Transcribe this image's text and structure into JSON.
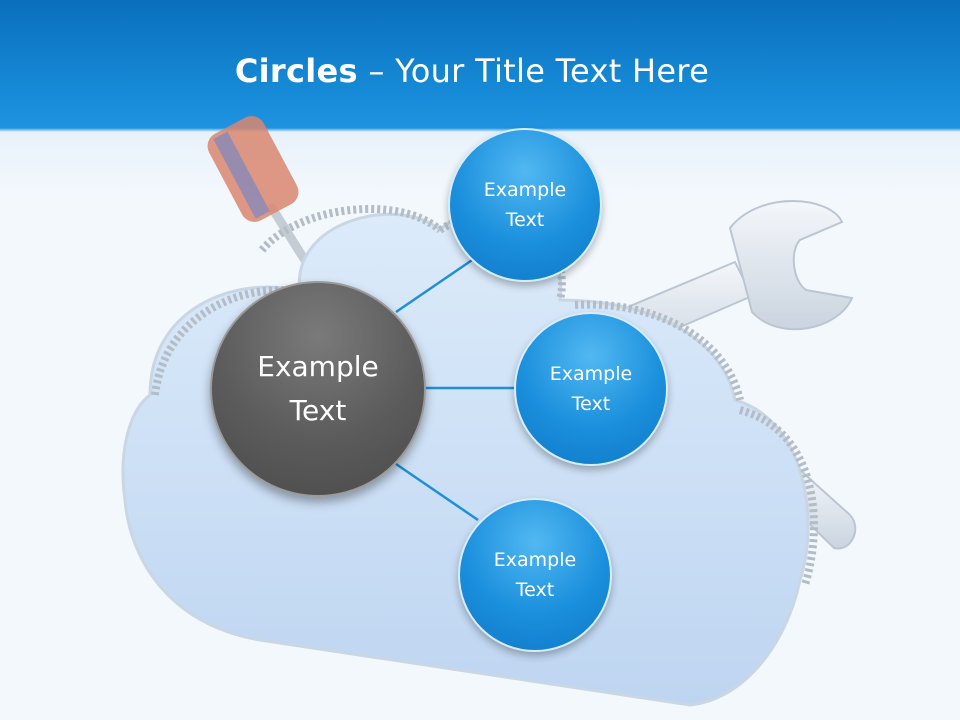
{
  "title": {
    "bold": "Circles",
    "rest": " – Your Title Text Here"
  },
  "center_node": {
    "label": "Example Text"
  },
  "nodes": [
    {
      "label": "Example Text"
    },
    {
      "label": "Example Text"
    },
    {
      "label": "Example Text"
    }
  ],
  "colors": {
    "header": "#168ad6",
    "node_blue": "#1a8fdc",
    "center_gray": "#5b5b5b",
    "connector": "#1e8fd8",
    "cloud": "#c6dcf5"
  },
  "background_art": [
    "cloud-icon",
    "zipper-icon",
    "wrench-icon",
    "screwdriver-icon"
  ]
}
